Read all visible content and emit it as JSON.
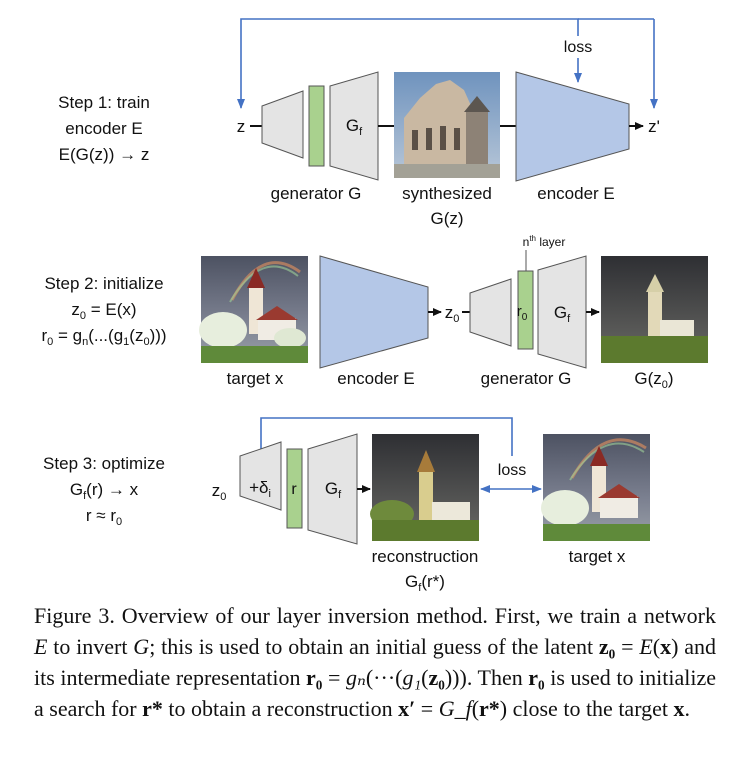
{
  "colors": {
    "gray_block": "#e4e4e4",
    "green_layer": "#a9d18e",
    "blue_encoder": "#b4c7e7",
    "arrow_blue": "#4472c4",
    "stroke": "#555555"
  },
  "step1": {
    "title_lines": [
      "Step 1: train",
      "encoder E",
      "E(G(z)) → z"
    ],
    "input_label": "z",
    "gf_label": "G",
    "gf_sub": "f",
    "output_label": "z'",
    "loss_label": "loss",
    "generator_label": "generator G",
    "image_label_lines": [
      "synthesized",
      "G(z)"
    ],
    "encoder_label": "encoder E"
  },
  "step2": {
    "title_line1": "Step 2: initialize",
    "title_line2_z": "z",
    "title_line2_sub": "0",
    "title_line2_rest": " = E(x)",
    "title_line3_r": "r",
    "title_line3_sub": "0",
    "title_line3_mid": " = g",
    "title_line3_n": "n",
    "title_line3_rest": "(...(g",
    "title_line3_one": "1",
    "title_line3_end": "(z",
    "title_line3_zero": "0",
    "title_line3_close": ")))",
    "target_label": "target x",
    "encoder_label": "encoder E",
    "z0_main": "z",
    "z0_sub": "0",
    "r0_main": "r",
    "r0_sub": "0",
    "gf_label": "G",
    "gf_sub": "f",
    "nth_main": "n",
    "nth_sup": "th",
    "nth_rest": " layer",
    "generator_label": "generator G",
    "output_main": "G(z",
    "output_sub": "0",
    "output_close": ")"
  },
  "step3": {
    "title_line1": "Step 3: optimize",
    "title_line2_g": "G",
    "title_line2_sub": "f",
    "title_line2_rest": "(r) → x",
    "title_line3_main": "r ≈ r",
    "title_line3_sub": "0",
    "z0_main": "z",
    "z0_sub": "0",
    "delta_main": "+δ",
    "delta_sub": "i",
    "r_label": "r",
    "gf_label": "G",
    "gf_sub": "f",
    "loss_label": "loss",
    "recon_label": "reconstruction",
    "recon_g": "G",
    "recon_sub": "f",
    "recon_rest": "(r*)",
    "target_label": "target x"
  },
  "caption": {
    "lead": "Figure 3. Overview of our layer inversion method. First, we train a network ",
    "E1": "E",
    "t1": " to invert ",
    "G1": "G",
    "t2": "; this is used to obtain an initial guess of the latent ",
    "z0": "z₀",
    "t3": " = ",
    "Ex": "E",
    "t3b": "(",
    "x1": "x",
    "t4": ") and its intermediate representation ",
    "r0a": "r₀",
    "t5": " = ",
    "gn": "gₙ",
    "t6": "(···(",
    "g1": "g₁",
    "t6b": "(",
    "z0b": "z₀",
    "t7": "))). Then ",
    "r0b": "r₀",
    "t8": " is used to initialize a search for ",
    "rstar": "r*",
    "t9": " to obtain a reconstruction ",
    "xprime": "x′",
    "t10": " = ",
    "Gf": "G_f",
    "t10b": "(",
    "rstar2": "r*",
    "t11": ") close to the target ",
    "x2": "x",
    "t12": "."
  }
}
